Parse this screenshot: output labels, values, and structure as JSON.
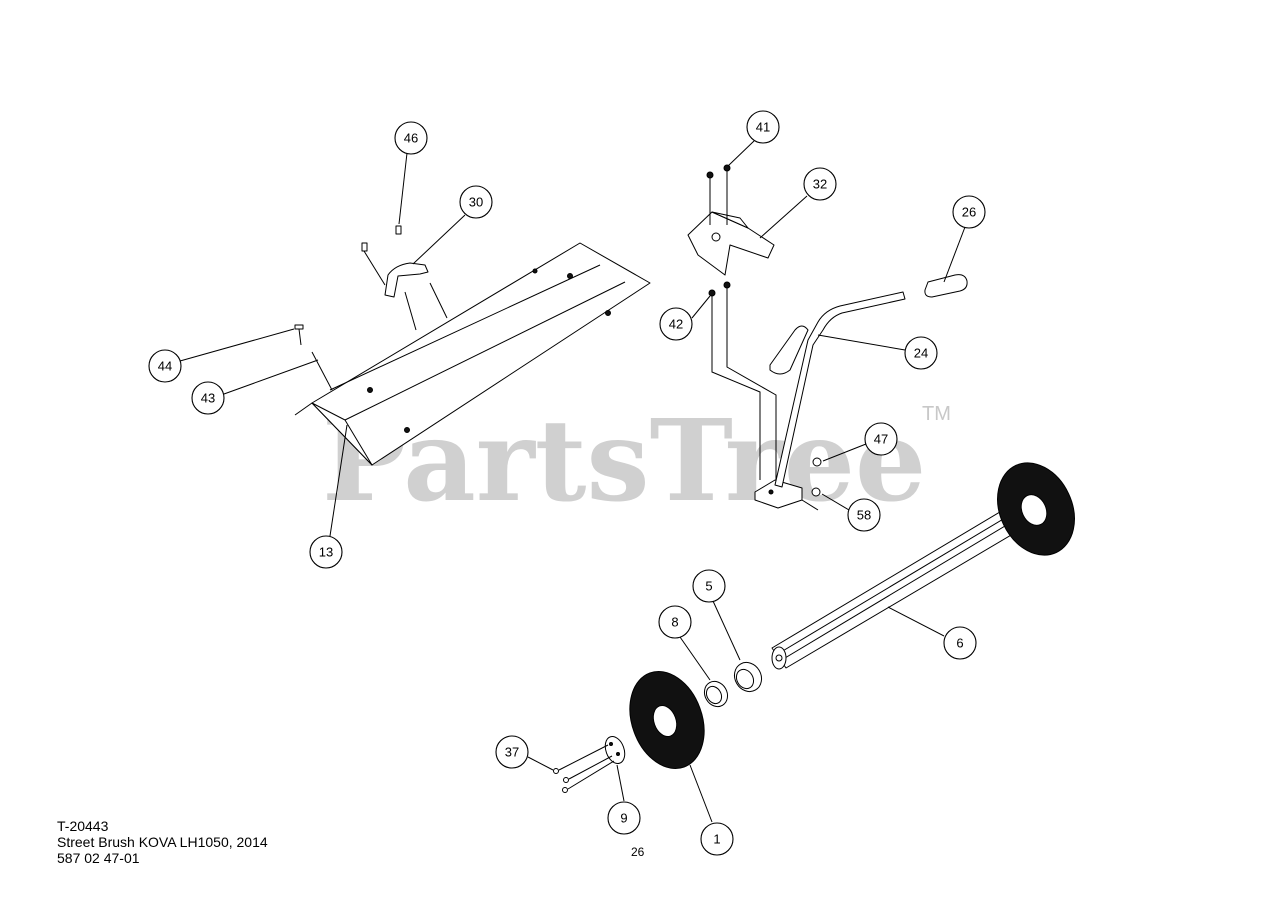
{
  "watermark": {
    "text": "PartsTree",
    "trademark": "TM"
  },
  "footer": {
    "code": "T-20443",
    "model": "Street Brush KOVA LH1050,  2014",
    "part_number": "587 02 47-01"
  },
  "page_number": "26",
  "callouts": {
    "c46": "46",
    "c30": "30",
    "c44": "44",
    "c43": "43",
    "c13": "13",
    "c41": "41",
    "c32": "32",
    "c42": "42",
    "c26": "26",
    "c24": "24",
    "c47": "47",
    "c58": "58",
    "c5": "5",
    "c8": "8",
    "c6": "6",
    "c37": "37",
    "c9": "9",
    "c1": "1"
  }
}
